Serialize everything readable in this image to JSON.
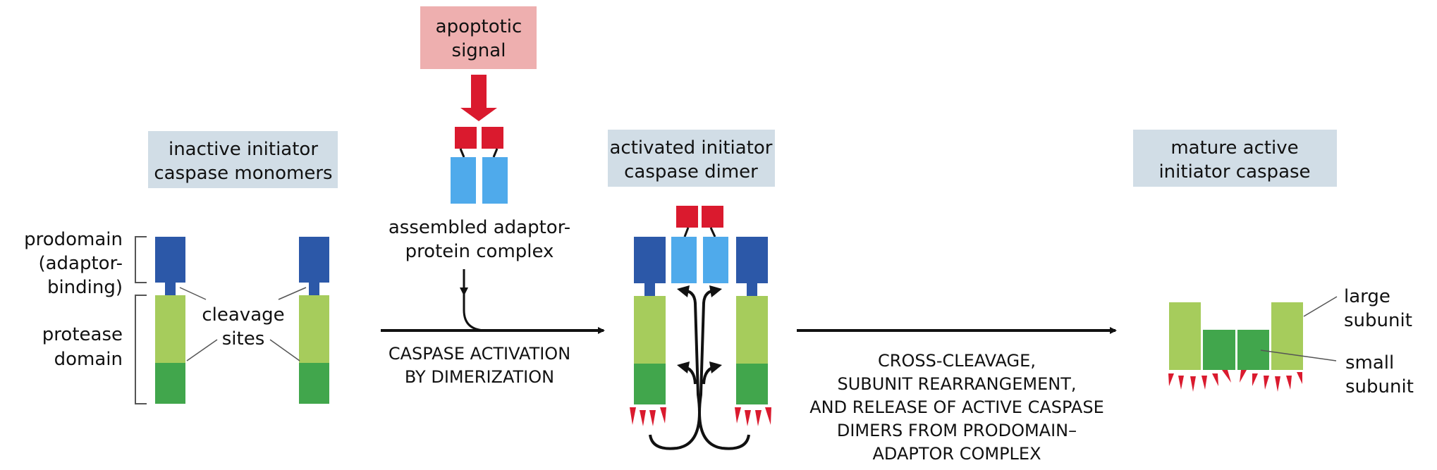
{
  "colors": {
    "prodomain": "#2c58a8",
    "adaptor": "#4faaeb",
    "signal_red": "#da1a2e",
    "large_subunit": "#a6cc5c",
    "small_subunit": "#41a64c",
    "title_box": "#d1dde6",
    "signal_box": "#eeafaf",
    "line": "#111111",
    "leader_line": "#555555"
  },
  "signal": {
    "label_line1": "apoptotic",
    "label_line2": "signal"
  },
  "adaptor_complex": {
    "label_line1": "assembled adaptor-",
    "label_line2": "protein complex"
  },
  "stages": [
    {
      "id": "monomers",
      "title_line1": "inactive initiator",
      "title_line2": "caspase monomers"
    },
    {
      "id": "dimer",
      "title_line1": "activated initiator",
      "title_line2": "caspase dimer"
    },
    {
      "id": "mature",
      "title_line1": "mature active",
      "title_line2": "initiator caspase"
    }
  ],
  "domain_labels": {
    "prodomain_line1": "prodomain",
    "prodomain_line2": "(adaptor-",
    "prodomain_line3": "binding)",
    "protease_line1": "protease",
    "protease_line2": "domain",
    "cleavage_line1": "cleavage",
    "cleavage_line2": "sites"
  },
  "steps": [
    {
      "id": "activation",
      "lines": [
        "CASPASE ACTIVATION",
        "BY DIMERIZATION"
      ]
    },
    {
      "id": "cleavage",
      "lines": [
        "CROSS-CLEAVAGE,",
        "SUBUNIT REARRANGEMENT,",
        "AND RELEASE OF ACTIVE CASPASE",
        "DIMERS FROM PRODOMAIN–",
        "ADAPTOR COMPLEX"
      ]
    }
  ],
  "subunit_labels": {
    "large_line1": "large",
    "large_line2": "subunit",
    "small_line1": "small",
    "small_line2": "subunit"
  }
}
